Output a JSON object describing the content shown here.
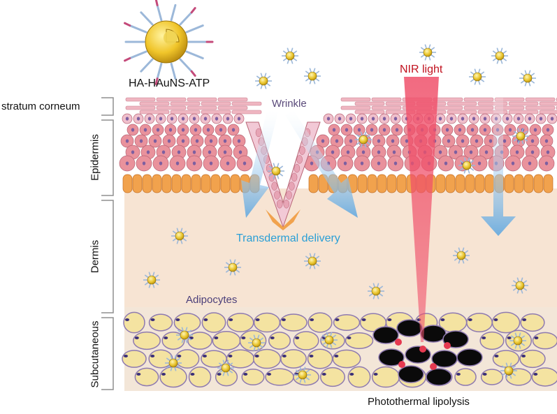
{
  "labels": {
    "particle_name": "HA-HAuNS-ATP",
    "stratum_corneum": "stratum corneum",
    "wrinkle": "Wrinkle",
    "nir_light": "NIR light",
    "transdermal_delivery": "Transdermal delivery",
    "adipocytes": "Adipocytes",
    "photothermal_lipolysis": "Photothermal lipolysis",
    "layers": {
      "epidermis": "Epidermis",
      "dermis": "Dermis",
      "subcutaneous": "Subcutaneous"
    }
  },
  "colors": {
    "label_text": "#111111",
    "wrinkle_text": "#5a4a7a",
    "nir_text": "#c1121f",
    "transdermal_text": "#2a9fd6",
    "adipocytes_text": "#4b3f7a",
    "dermis_fill": "#f7e4d3",
    "stratum_fill": "#efb6c1",
    "epidermis_cell": "#e9929c",
    "basal_cell": "#f1a24d",
    "adipocyte_fill": "#f4e3a1",
    "adipocyte_stroke": "#8e7ab0",
    "nanoparticle_gold": "#e9c42c",
    "ligand_blue": "#9cb8d9",
    "laser": "#f0506a",
    "arrow_blue": "#5aa5e0",
    "lysed_cell": "#0a0a0a"
  }
}
